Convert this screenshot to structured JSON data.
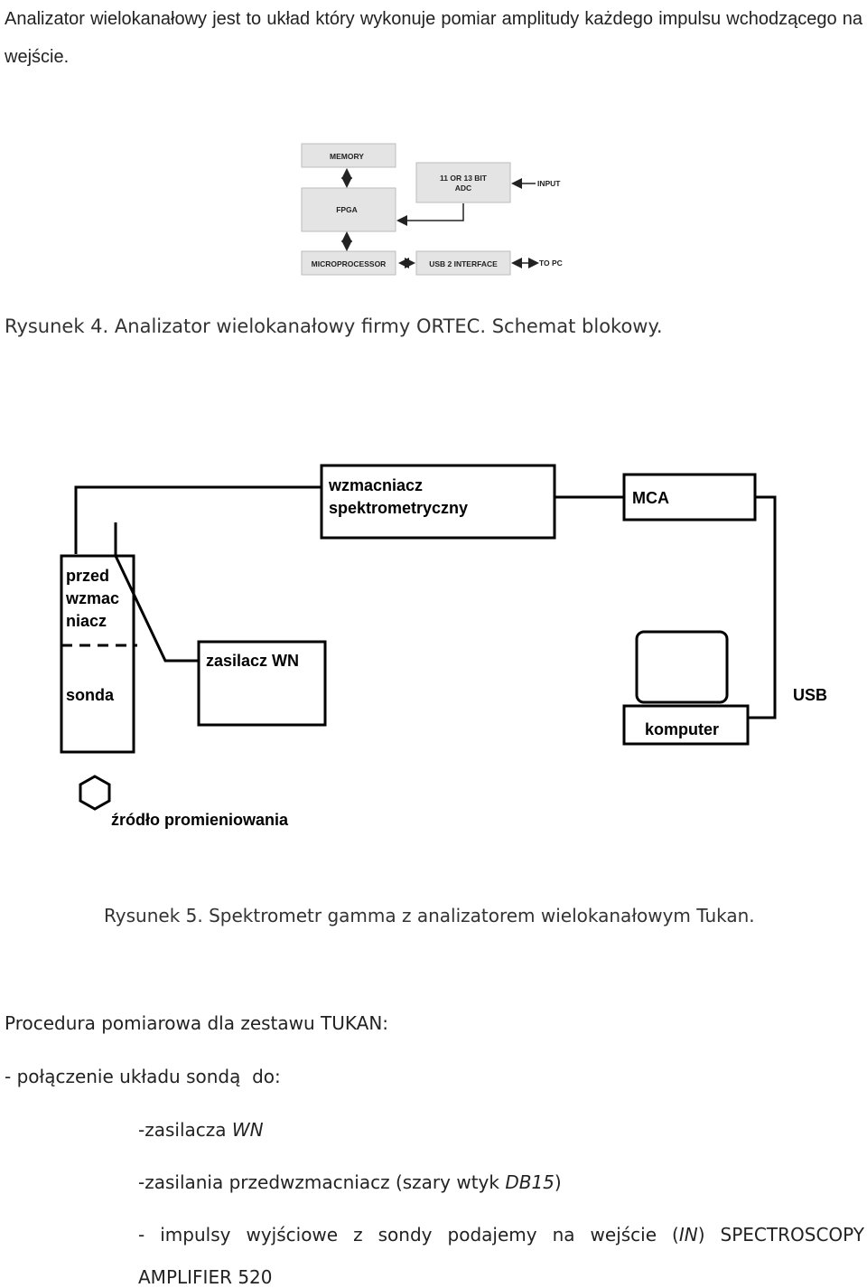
{
  "intro_text": "Analizator wielokanałowy jest to układ który wykonuje pomiar amplitudy każdego impulsu wchodzącego na wejście.",
  "figure4": {
    "blocks": {
      "memory": "MEMORY",
      "fpga": "FPGA",
      "adc_line1": "11 OR 13 BIT",
      "adc_line2": "ADC",
      "microprocessor": "MICROPROCESSOR",
      "usb_interface": "USB 2 INTERFACE"
    },
    "labels": {
      "input": "INPUT",
      "to_pc": "TO PC"
    },
    "caption": "Rysunek 4. Analizator wielokanałowy firmy ORTEC. Schemat blokowy."
  },
  "figure5": {
    "amplifier_line1": "wzmacniacz",
    "amplifier_line2": "spektrometryczny",
    "mca": "MCA",
    "preamp_line1": "przed",
    "preamp_line2": "wzmac",
    "preamp_line3": "niacz",
    "probe": "sonda",
    "hv_supply": "zasilacz WN",
    "computer": "komputer",
    "usb": "USB",
    "source": "źródło promieniowania",
    "caption": "Rysunek 5. Spektrometr gamma z analizatorem wielokanałowym Tukan."
  },
  "procedure": {
    "heading": "Procedura pomiarowa dla zestawu TUKAN:",
    "item1": "- połączenie układu sondą  do:",
    "sub1_prefix": "-zasilacza ",
    "sub1_em": "WN",
    "sub2_prefix": "-zasilania przedwzmacniacz (szary wtyk ",
    "sub2_em": "DB15",
    "sub2_suffix": ")",
    "item2_prefix": "- impulsy wyjściowe z sondy podajemy na wejście (",
    "item2_em": "IN",
    "item2_suffix": ") SPECTROSCOPY",
    "item2_cont": "AMPLIFIER 520"
  }
}
